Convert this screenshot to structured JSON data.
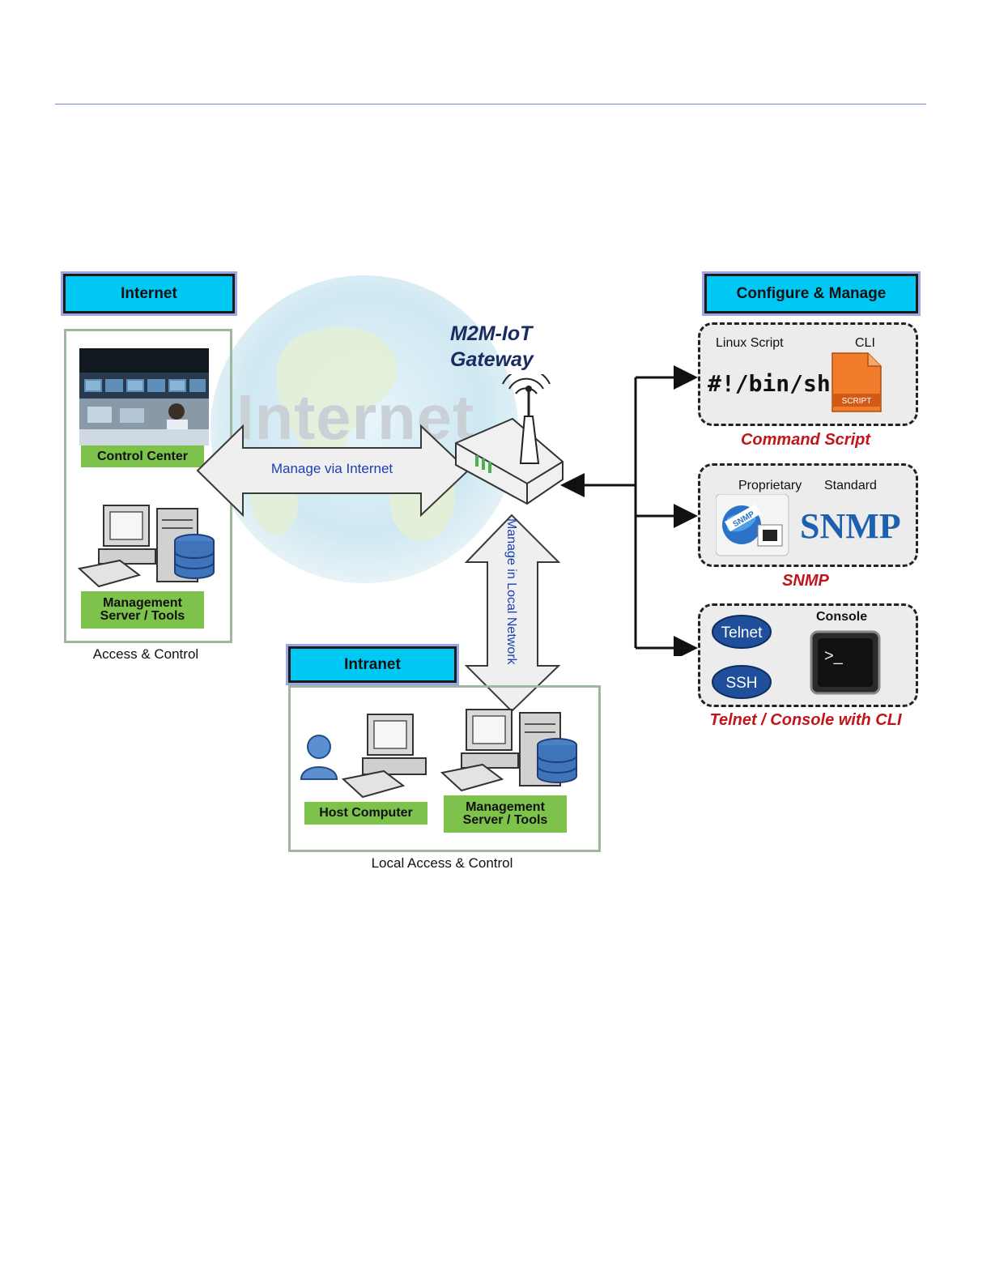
{
  "headers": {
    "internet": "Internet",
    "configure": "Configure & Manage",
    "intranet": "Intranet"
  },
  "background_text": "Internet",
  "gateway": {
    "line1": "M2M-IoT",
    "line2": "Gateway"
  },
  "left_panel": {
    "control_center": "Control Center",
    "mgmt_line1": "Management",
    "mgmt_line2": "Server / Tools",
    "caption": "Access & Control"
  },
  "arrows": {
    "internet": "Manage via Internet",
    "local": "Manage in Local Network"
  },
  "intranet_panel": {
    "host": "Host Computer",
    "mgmt_line1": "Management",
    "mgmt_line2": "Server / Tools",
    "caption": "Local Access & Control"
  },
  "right": {
    "script": {
      "linux_label": "Linux Script",
      "cli_label": "CLI",
      "shebang": "#!/bin/sh",
      "badge": "SCRIPT",
      "caption": "Command Script"
    },
    "snmp": {
      "proprietary": "Proprietary",
      "standard": "Standard",
      "logo": "SNMP",
      "badge": "SNMP",
      "caption": "SNMP"
    },
    "telnet": {
      "telnet": "Telnet",
      "ssh": "SSH",
      "console": "Console",
      "prompt": ">_",
      "caption": "Telnet / Console with CLI"
    }
  },
  "icons": [
    "globe-icon",
    "monitor-wall-photo",
    "server-icon",
    "database-icon",
    "computer-icon",
    "user-icon",
    "router-icon",
    "script-file-icon",
    "terminal-icon"
  ],
  "colors": {
    "header_cyan": "#00c8f4",
    "label_green": "#7dc24a",
    "caption_red": "#c0161b",
    "arrow_text_blue": "#1a3fb5"
  }
}
